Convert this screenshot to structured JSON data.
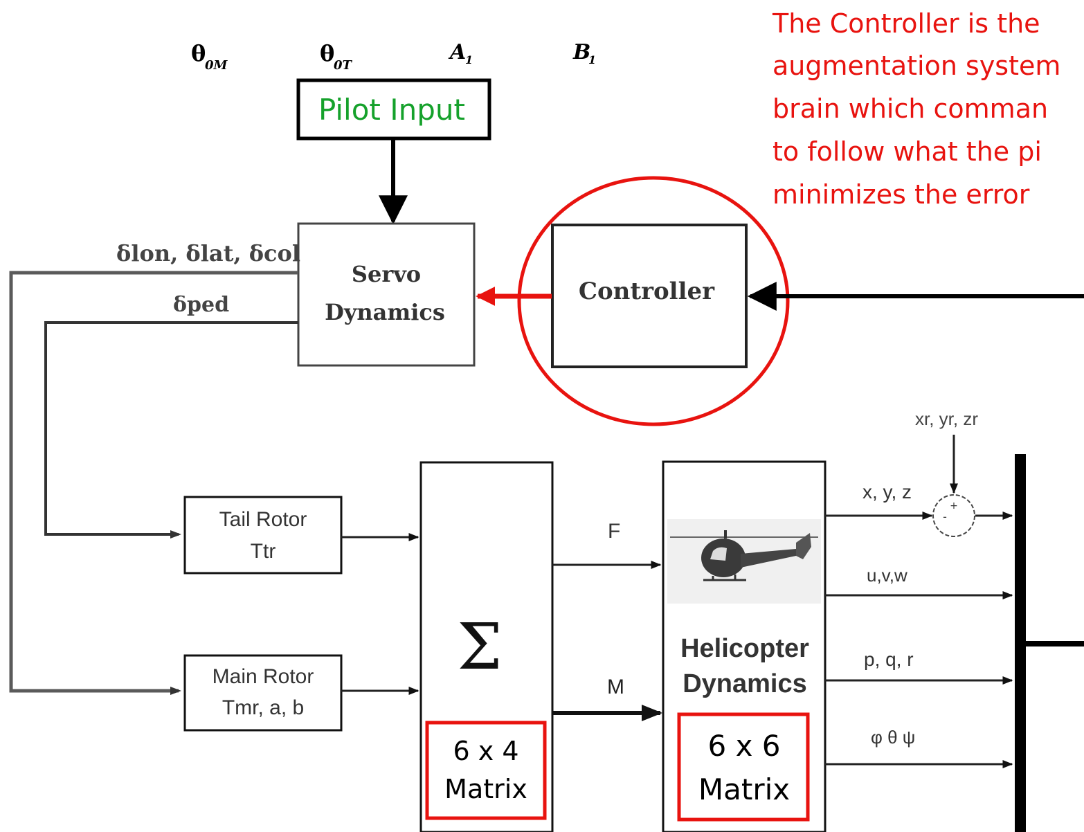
{
  "inputs_top": {
    "theta_m": "θ",
    "theta_m_sub": "0M",
    "theta_t": "θ",
    "theta_t_sub": "0T",
    "a1": "A",
    "a1_sub": "1",
    "b1": "B",
    "b1_sub": "1"
  },
  "blocks": {
    "pilot_input": "Pilot Input",
    "servo_line1": "Servo",
    "servo_line2": "Dynamics",
    "controller": "Controller",
    "tail_rotor_line1": "Tail Rotor",
    "tail_rotor_line2": "Ttr",
    "main_rotor_line1": "Main Rotor",
    "main_rotor_line2": "Tmr, a, b",
    "sum_symbol": "Σ",
    "heli_line1": "Helicopter",
    "heli_line2": "Dynamics"
  },
  "matrix_labels": {
    "sum_line1": "6 x 4",
    "sum_line2": "Matrix",
    "heli_line1": "6 x 6",
    "heli_line2": "Matrix"
  },
  "signals": {
    "delta_lon_lat_col": "δlon, δlat, δcol",
    "delta_ped": "δped",
    "force": "F",
    "moment": "M",
    "position": "x, y, z",
    "reference": "xr, yr, zr",
    "velocity": "u,v,w",
    "rates": "p, q, r",
    "angles": "φ θ ψ"
  },
  "annotation": {
    "line1": "The Controller is the",
    "line2": "augmentation system",
    "line3": "brain which comman",
    "line4": "to follow what the pi",
    "line5": "minimizes the error"
  },
  "colors": {
    "annotation_red": "#e8130f",
    "pilot_green": "#15a12b",
    "line_gray": "#5a5a5a",
    "black": "#000000"
  }
}
